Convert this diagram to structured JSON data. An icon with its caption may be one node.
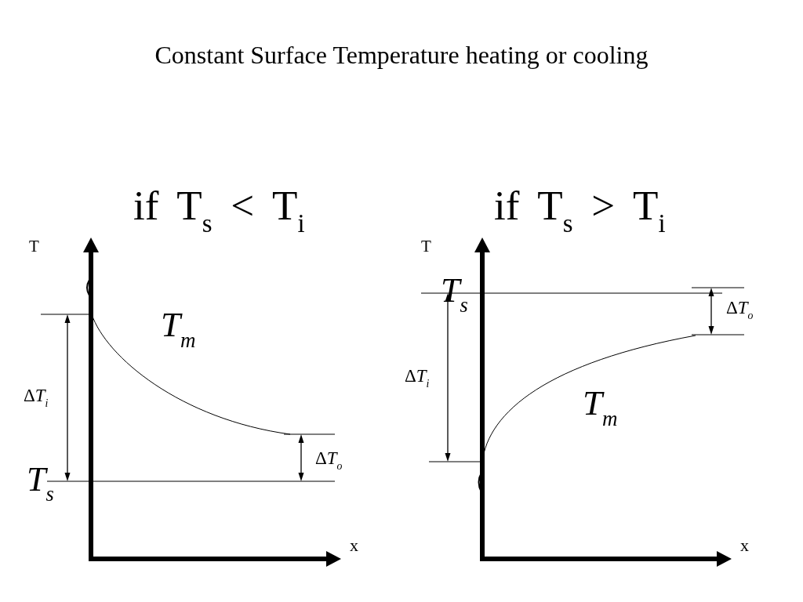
{
  "diagram": {
    "title": "Constant Surface Temperature heating or cooling",
    "labels": [
      "if T$_{s}$ < T$_{i}$",
      "T",
      "T$_{m}$",
      "ΔT$_{i}$",
      "ΔT$_{o}$",
      "T$_{s}$",
      "x",
      "if T$_{s}$ > T$_{i}$",
      "T",
      "T$_{s}$",
      "ΔT$_{o}$",
      "ΔT$_{i}$",
      "T$_{m}$",
      "x"
    ]
  }
}
